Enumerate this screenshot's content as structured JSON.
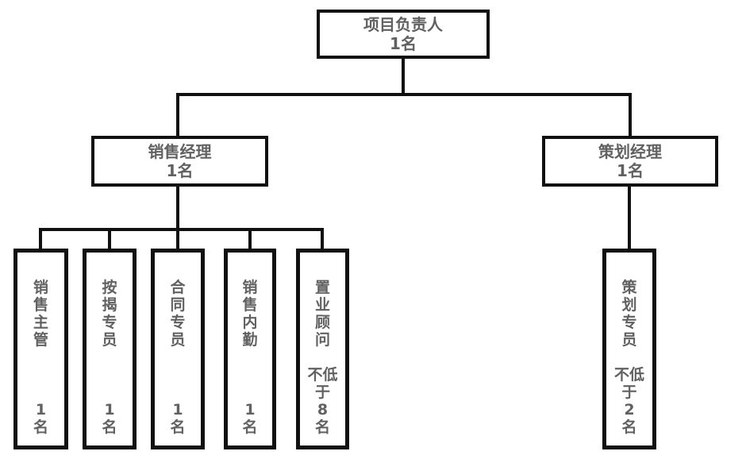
{
  "colors": {
    "line": "#111111",
    "border": "#111111",
    "text": "#616161",
    "background": "#ffffff"
  },
  "org_chart": {
    "type": "organization-chart",
    "root": {
      "title": "项目负责人",
      "headcount": "1名",
      "display": "项目负责人\n1名"
    },
    "branches": [
      {
        "manager": {
          "title": "销售经理",
          "headcount": "1名",
          "display": "销售经理\n1名"
        },
        "reports": [
          {
            "title": "销售主管",
            "headcount": "1名",
            "display": "销\n售\n主\n管\n\n\n\n1\n名"
          },
          {
            "title": "按揭专员",
            "headcount": "1名",
            "display": "按\n揭\n专\n员\n\n\n\n1\n名"
          },
          {
            "title": "合同专员",
            "headcount": "1名",
            "display": "合\n同\n专\n员\n\n\n\n1\n名"
          },
          {
            "title": "销售内勤",
            "headcount": "1名",
            "display": "销\n售\n内\n勤\n\n\n\n1\n名"
          },
          {
            "title": "置业顾问",
            "headcount": "不低于8名",
            "display": "置\n业\n顾\n问\n\n不低\n于\n8\n名"
          }
        ]
      },
      {
        "manager": {
          "title": "策划经理",
          "headcount": "1名",
          "display": "策划经理\n1名"
        },
        "reports": [
          {
            "title": "策划专员",
            "headcount": "不低于2名",
            "display": "策\n划\n专\n员\n\n不低\n于\n2\n名"
          }
        ]
      }
    ]
  }
}
